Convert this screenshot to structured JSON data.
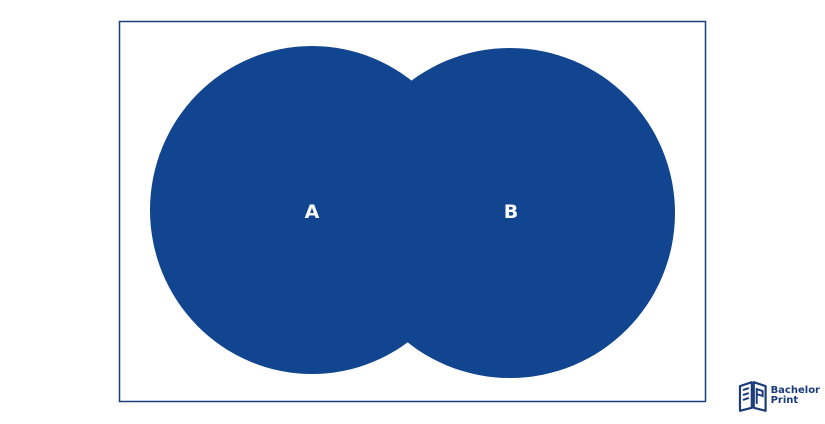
{
  "diagram": {
    "type": "venn",
    "sets": [
      {
        "id": "A",
        "label": "A"
      },
      {
        "id": "B",
        "label": "B"
      }
    ],
    "operation": "union",
    "fill_color": "#12458f",
    "frame_color": "#1a3f7a",
    "background_color": "#ffffff"
  },
  "logo": {
    "icon": "book-logo-icon",
    "line1": "Bachelor",
    "line2": "Print",
    "color": "#1a3a7a"
  }
}
